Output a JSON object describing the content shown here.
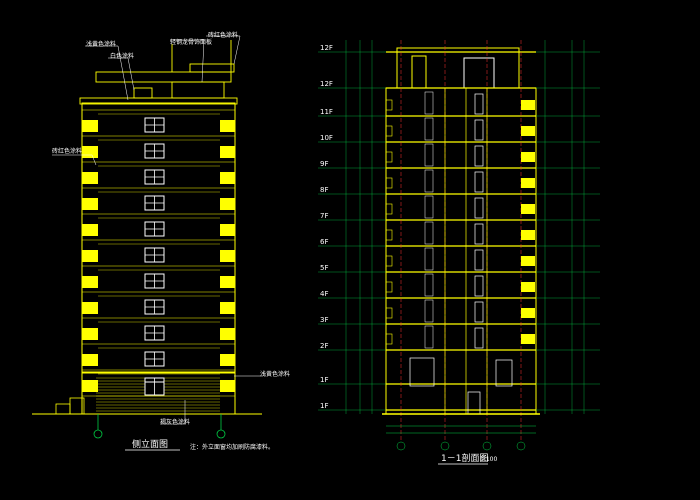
{
  "colors": {
    "background": "#000000",
    "wall": "#ffff00",
    "dimension": "#00cc44",
    "axis": "#ff3333",
    "text": "#ffffff",
    "window": "#ffffff",
    "accent": "#ff00ff"
  },
  "elevation": {
    "title": "侧立面图",
    "note": "注：外立面窗均加刷防腐漆料。",
    "labels": {
      "top_right": "砖红色涂料",
      "cornice": "轻钢龙骨饰面板",
      "beige": "浅黄色涂料",
      "white": "白色涂料",
      "left": "砖红色涂料",
      "base_right": "浅黄色涂料",
      "base": "褐灰色涂料"
    }
  },
  "section": {
    "title": "1－1剖面图",
    "scale": "1:100",
    "floor_labels": [
      "1F",
      "1F",
      "2F",
      "3F",
      "4F",
      "5F",
      "6F",
      "7F",
      "8F",
      "9F",
      "10F",
      "11F",
      "12F",
      "12F"
    ]
  }
}
